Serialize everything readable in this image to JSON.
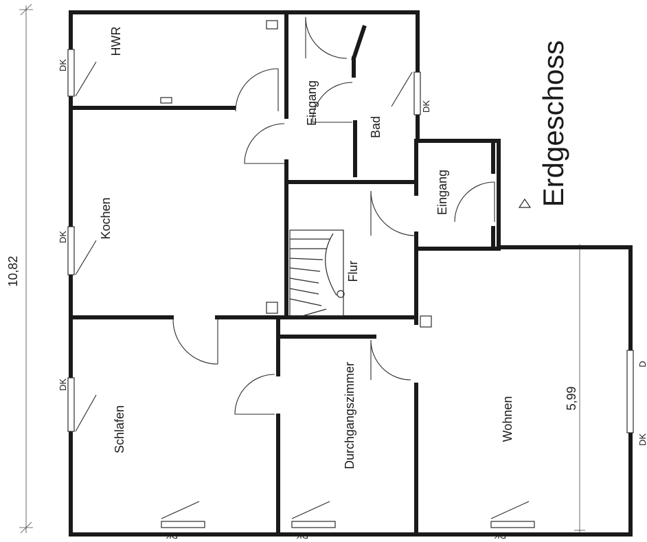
{
  "title": "Erdgeschoss",
  "rooms": {
    "hwr": "HWR",
    "eingang_top": "Eingang",
    "bad": "Bad",
    "eingang_side": "Eingang",
    "kochen": "Kochen",
    "flur": "Flur",
    "schlafen": "Schlafen",
    "durchgangszimmer": "Durchgangszimmer",
    "wohnen": "Wohnen"
  },
  "dimensions": {
    "overall": "10,82",
    "wohnen_width": "5,99"
  },
  "window_labels": {
    "dk": "DK",
    "d": "D"
  }
}
